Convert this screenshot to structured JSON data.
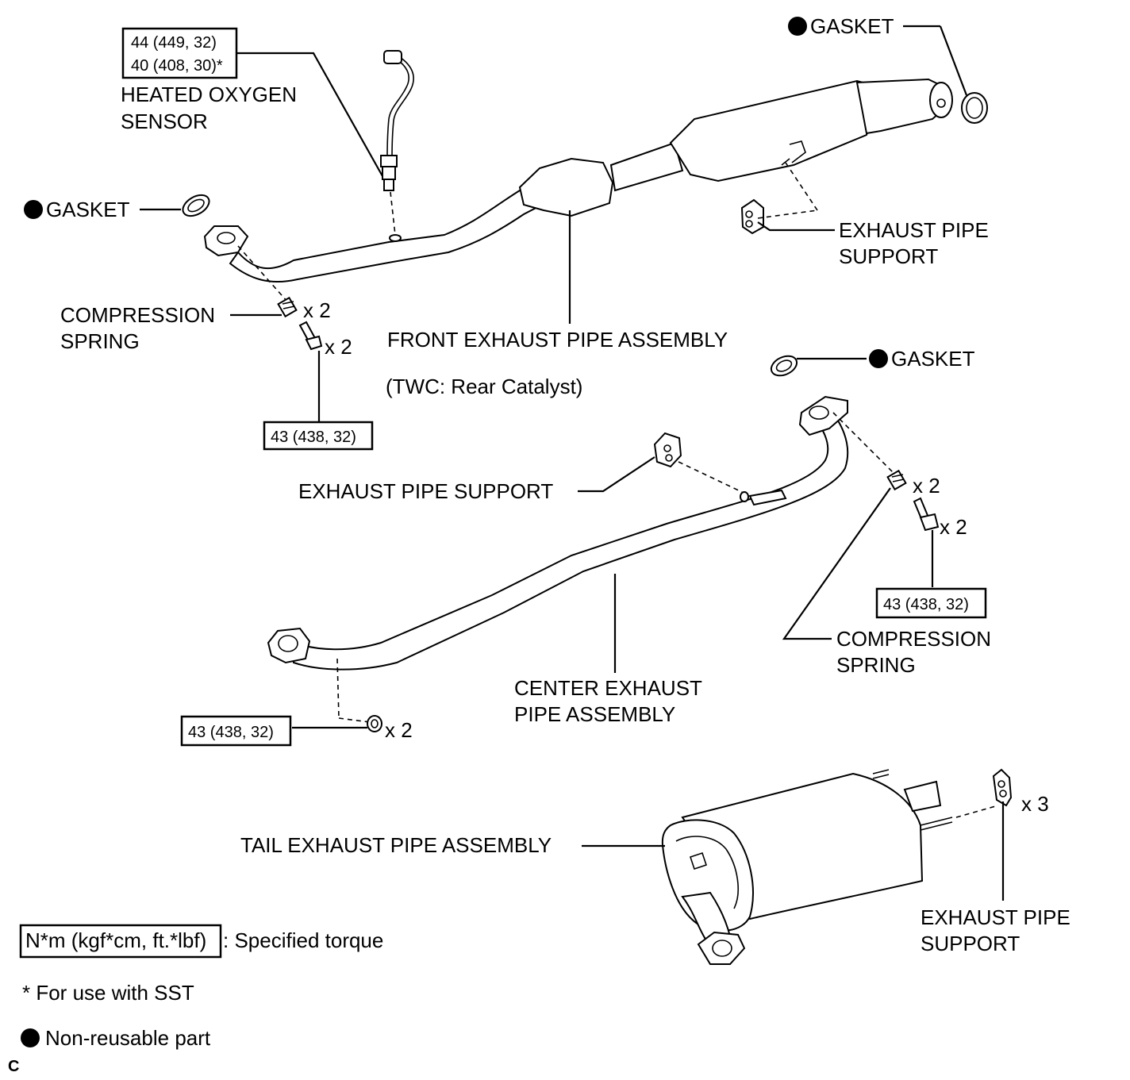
{
  "labels": {
    "torque_sensor_1": "44 (449, 32)",
    "torque_sensor_2": "40 (408, 30)*",
    "heated_oxygen_sensor_1": "HEATED OXYGEN",
    "heated_oxygen_sensor_2": "SENSOR",
    "gasket": "GASKET",
    "exhaust_pipe_support_1": "EXHAUST PIPE",
    "exhaust_pipe_support_2": "SUPPORT",
    "exhaust_pipe_support_single": "EXHAUST PIPE SUPPORT",
    "compression_spring_1": "COMPRESSION",
    "compression_spring_2": "SPRING",
    "qty_x2": "x 2",
    "qty_x3": "x 3",
    "front_exhaust_pipe_assembly": "FRONT EXHAUST PIPE ASSEMBLY",
    "twc_note": "(TWC: Rear Catalyst)",
    "torque_43": "43 (438, 32)",
    "center_exhaust_pipe_1": "CENTER EXHAUST",
    "center_exhaust_pipe_2": "PIPE ASSEMBLY",
    "tail_exhaust_pipe_assembly": "TAIL EXHAUST PIPE ASSEMBLY"
  },
  "legend": {
    "torque_units": "N*m (kgf*cm, ft.*lbf)",
    "torque_desc": ": Specified torque",
    "sst_note": "* For use with SST",
    "non_reusable": "Non-reusable part"
  },
  "corner_mark": "C"
}
